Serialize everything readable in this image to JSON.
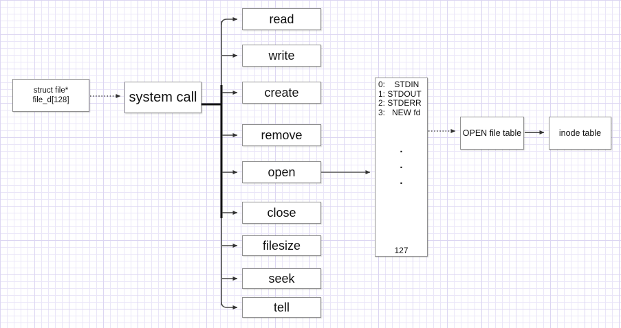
{
  "diagram": {
    "struct_node": {
      "line1": "struct file*",
      "line2": "file_d[128]"
    },
    "system_call": {
      "label": "system call"
    },
    "syscalls": [
      {
        "label": "read"
      },
      {
        "label": "write"
      },
      {
        "label": "create"
      },
      {
        "label": "remove"
      },
      {
        "label": "open"
      },
      {
        "label": "close"
      },
      {
        "label": "filesize"
      },
      {
        "label": "seek"
      },
      {
        "label": "tell"
      }
    ],
    "fd_table": {
      "row0": "0:    STDIN",
      "row1": "1: STDOUT",
      "row2": "2: STDERR",
      "row3": "3:   NEW fd",
      "dots": ".\n.\n.",
      "last_index": "127"
    },
    "open_file_table": {
      "label": "OPEN file table"
    },
    "inode_table": {
      "label": "inode table"
    },
    "colors": {
      "grid_minor": "#eae6f8",
      "grid_major": "#dcd6f2",
      "box_border": "#8f8f8f",
      "edge": "#444444",
      "trunk": "#111111",
      "arrowhead": "#333333"
    }
  }
}
